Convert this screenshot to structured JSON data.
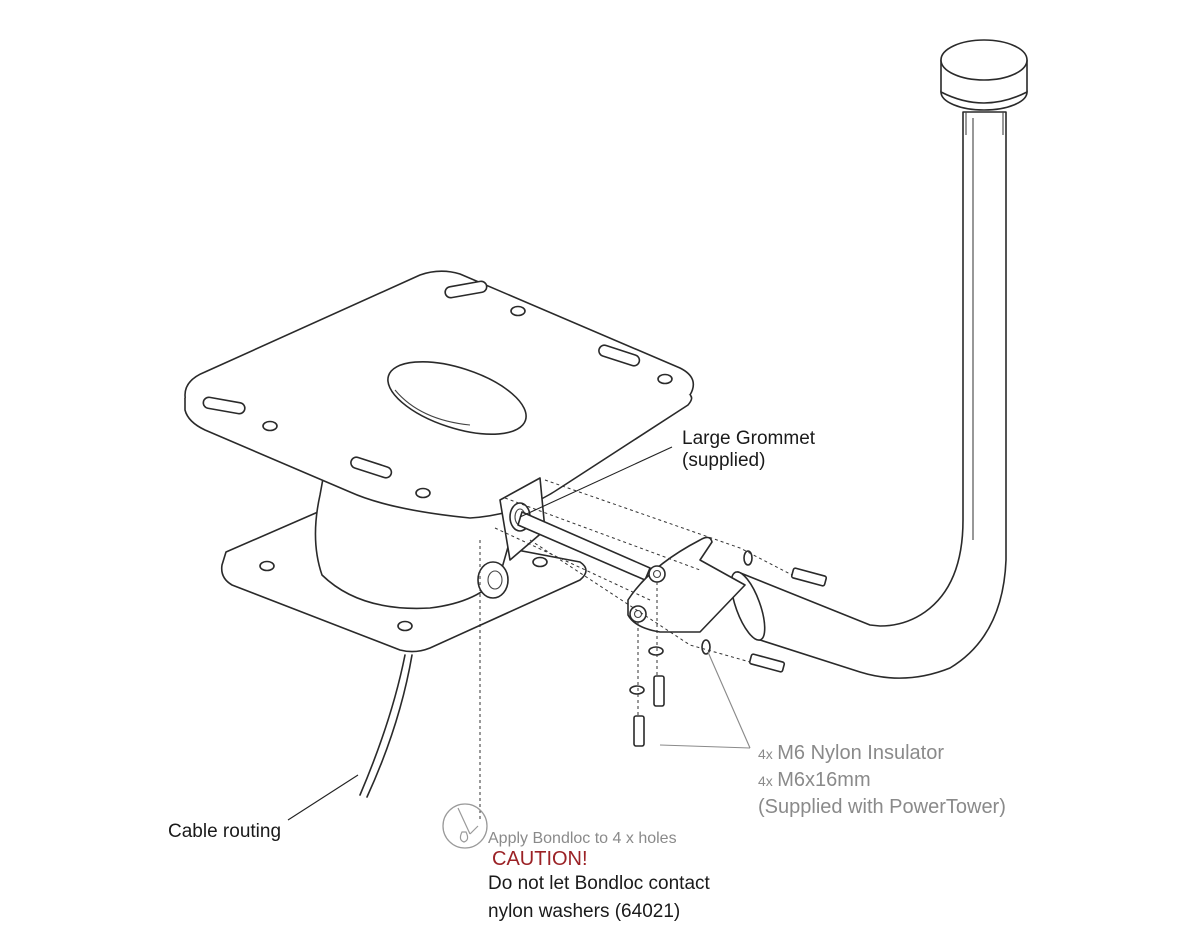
{
  "labels": {
    "grommet_line1": "Large Grommet",
    "grommet_line2": "(supplied)",
    "cable": "Cable routing",
    "insulator_qty": "4x",
    "insulator_text": "M6 Nylon Insulator",
    "screw_qty": "4x",
    "screw_text": "M6x16mm",
    "supplied_note": "(Supplied with PowerTower)",
    "apply": "Apply Bondloc to 4 x holes",
    "caution": "CAUTION!",
    "warn_line1": "Do not let Bondloc contact",
    "warn_line2": "nylon washers (64021)"
  },
  "colors": {
    "line": "#2a2a2a",
    "grey_text": "#8a8a8a",
    "caution": "#9b2226"
  },
  "icons": {
    "bondloc": "bondloc-drop-icon"
  }
}
